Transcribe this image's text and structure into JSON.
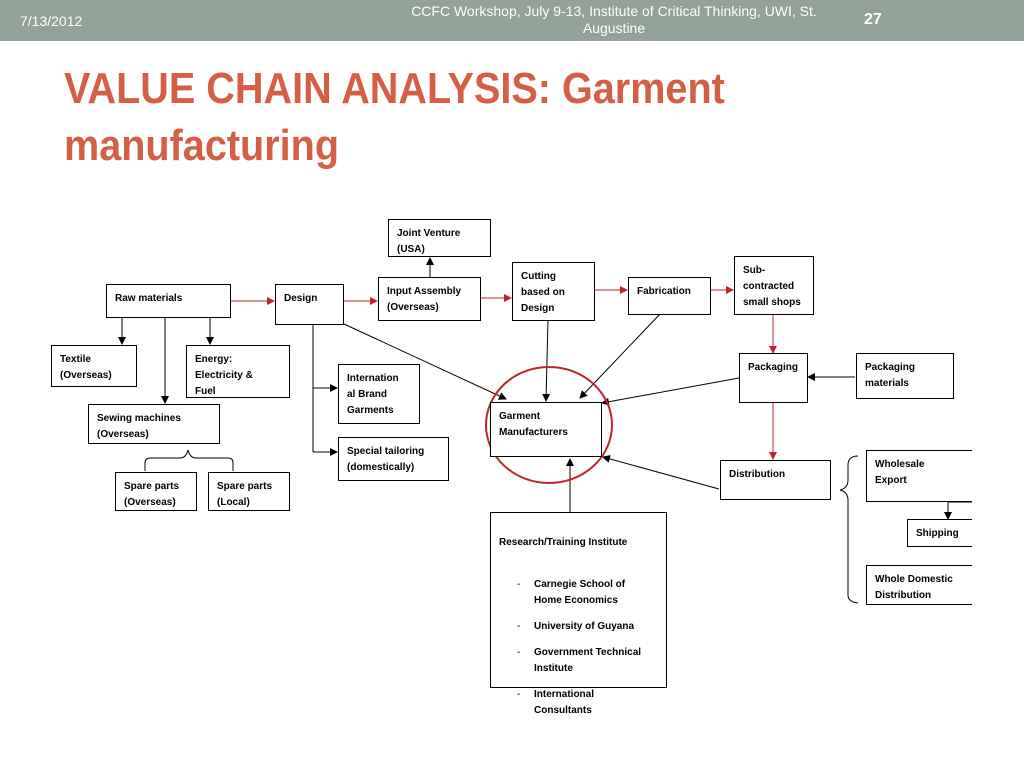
{
  "header": {
    "date": "7/13/2012",
    "footer": "CCFC Workshop, July 9-13, Institute of Critical Thinking, UWI, St. Augustine",
    "page_number": "27"
  },
  "title": "VALUE CHAIN ANALYSIS: Garment manufacturing",
  "colors": {
    "title": "#d55f46",
    "topbar": "#93a299",
    "red_arrow": "#c0242a",
    "circle": "#c0242a"
  },
  "diagram": {
    "joint_venture": "Joint Venture\n(USA)",
    "raw_materials": "Raw materials",
    "design": "Design",
    "input_assembly": "Input Assembly\n(Overseas)",
    "cutting": "Cutting\nbased on\nDesign",
    "fabrication": "Fabrication",
    "subcontracted": "Sub-\ncontracted\nsmall shops",
    "textile": "Textile\n(Overseas)",
    "energy": "Energy:\nElectricity &\nFuel",
    "sewing_machines": "Sewing machines\n(Overseas)",
    "spare_parts_overseas": "Spare parts\n(Overseas)",
    "spare_parts_local": "Spare parts\n(Local)",
    "international_brand": "Internation\nal Brand\nGarments",
    "special_tailoring": "Special tailoring\n(domestically)",
    "garment_manufacturers": "Garment\nManufacturers",
    "packaging": "Packaging",
    "packaging_materials": "Packaging\nmaterials",
    "distribution": "Distribution",
    "wholesale_export": "Wholesale\nExport",
    "shipping": "Shipping",
    "whole_domestic": "Whole Domestic\nDistribution",
    "research": {
      "title": "Research/Training Institute",
      "items": [
        "Carnegie School of\nHome Economics",
        "University of Guyana",
        "Government Technical\nInstitute",
        "International\nConsultants"
      ],
      "dash": "-"
    }
  }
}
